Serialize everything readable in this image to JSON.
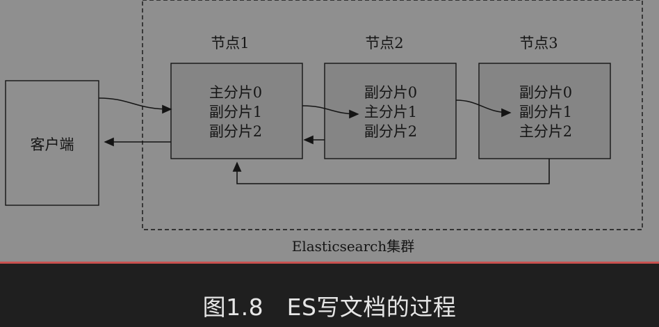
{
  "diagram": {
    "client_label": "客户端",
    "cluster_label": "Elasticsearch集群",
    "nodes": [
      {
        "title": "节点1",
        "shards": [
          "主分片0",
          "副分片1",
          "副分片2"
        ]
      },
      {
        "title": "节点2",
        "shards": [
          "副分片0",
          "主分片1",
          "副分片2"
        ]
      },
      {
        "title": "节点3",
        "shards": [
          "副分片0",
          "副分片1",
          "主分片2"
        ]
      }
    ]
  },
  "caption": {
    "text": "图1.8　ES写文档的过程"
  },
  "colors": {
    "panel": "#8f8f8f",
    "node_fill": "#858585",
    "line": "#141414",
    "caption_bg": "#1f1f1f",
    "caption_text": "#e6e6e6",
    "accent_rule": "#c9514f"
  }
}
